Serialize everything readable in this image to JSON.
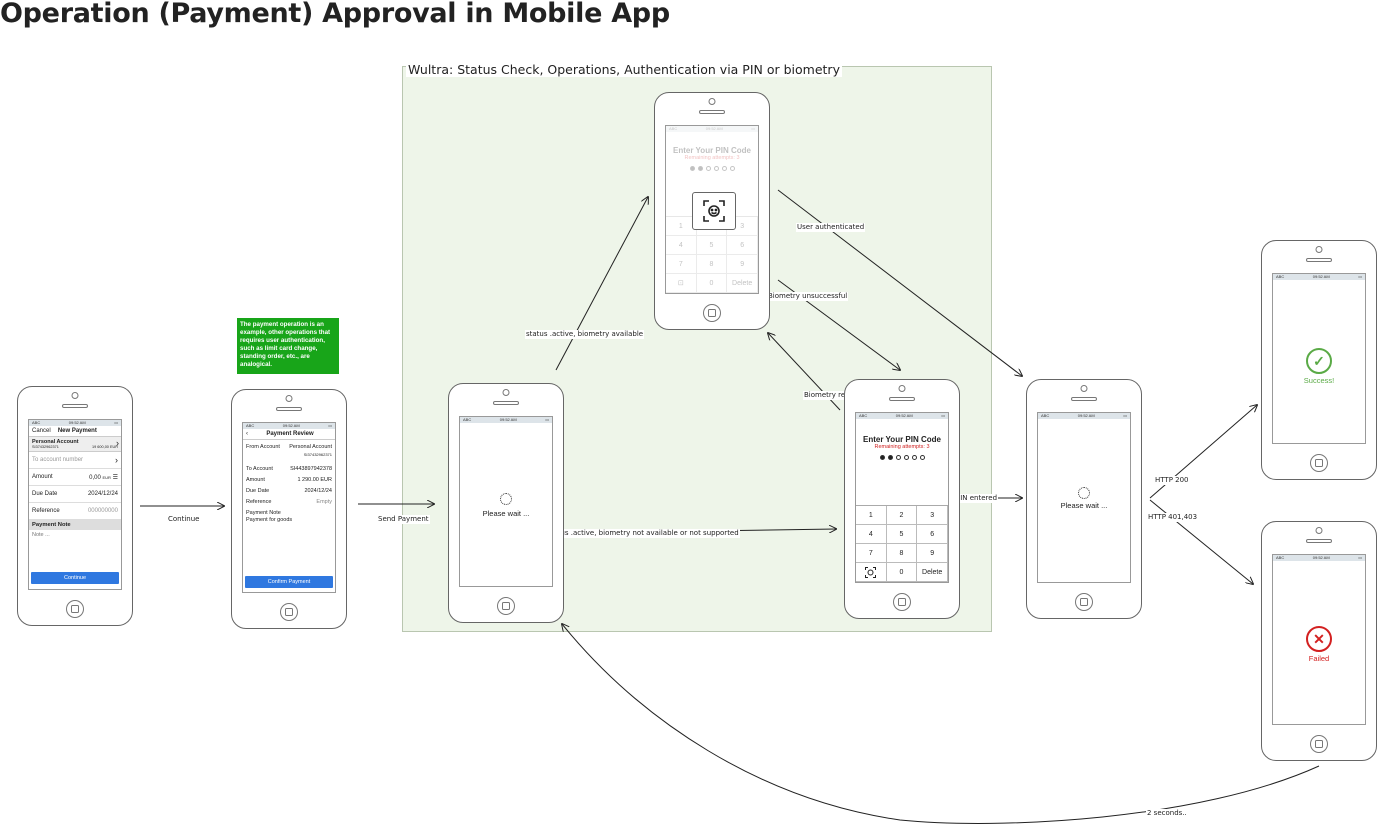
{
  "title": "Operation (Payment) Approval in Mobile App",
  "group_title": "Wultra: Status Check, Operations, Authentication via PIN or biometry",
  "note": "The payment operation is an example, other operations that requires user authentication, such as limit card change, standing order, etc., are analogical.",
  "status_bar": {
    "carrier": "ABC",
    "time": "09:52 AM"
  },
  "new_payment": {
    "cancel": "Cancel",
    "title": "New Payment",
    "account_name": "Personal Account",
    "account_number": "SI37432962371",
    "balance": "19 600,00 EUR",
    "to_placeholder": "To account number",
    "amount_label": "Amount",
    "amount_value": "0,00",
    "currency": "EUR",
    "due_label": "Due Date",
    "due_value": "2024/12/24",
    "ref_label": "Reference",
    "ref_value": "000000000",
    "note_label": "Payment Note",
    "note_placeholder": "Note ...",
    "continue": "Continue"
  },
  "payment_review": {
    "title": "Payment Review",
    "from_label": "From Account",
    "from_value": "Personal Account",
    "from_number": "SI37432962371",
    "to_label": "To Account",
    "to_value": "SI443897942378",
    "amount_label": "Amount",
    "amount_value": "1 290.00 EUR",
    "due_label": "Due Date",
    "due_value": "2024/12/24",
    "ref_label": "Reference",
    "ref_value": "Empty",
    "note_label": "Payment Note",
    "note_value": "Payment for goods",
    "confirm": "Confirm Payment"
  },
  "wait_text": "Please wait ...",
  "pin": {
    "title": "Enter Your PIN Code",
    "remaining": "Remaining attempts: 3",
    "keys": [
      "1",
      "2",
      "3",
      "4",
      "5",
      "6",
      "7",
      "8",
      "9",
      "",
      "0",
      "Delete"
    ]
  },
  "success": "Success!",
  "failed": "Failed",
  "edges": {
    "continue": "Continue",
    "send_payment": "Send Payment",
    "biometry_available": "status .active, biometry available",
    "biometry_not_available": "status .active, biometry not available or not supported",
    "user_authenticated": "User authenticated",
    "biometry_unsuccessful": "Biometry unsuccessful",
    "biometry_retry": "Biometry retry",
    "pin_entered": "PIN entered",
    "http_200": "HTTP 200",
    "http_401": "HTTP 401,403",
    "two_seconds": "2 seconds.."
  }
}
